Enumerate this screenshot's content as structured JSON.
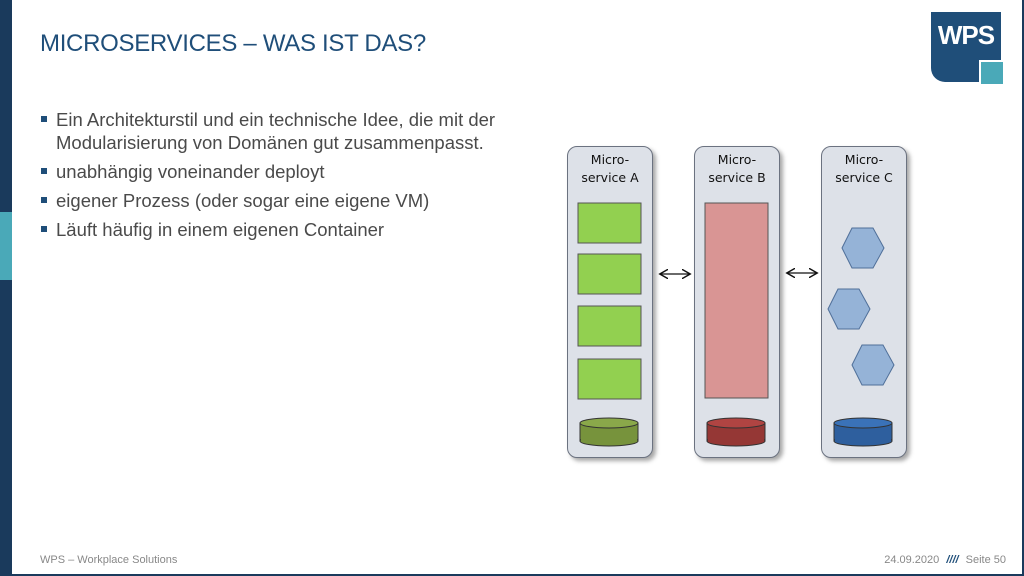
{
  "title": "MICROSERVICES – WAS IST DAS?",
  "logo": {
    "text": "WPS"
  },
  "bullets": [
    "Ein Architekturstil und ein technische Idee, die mit der Modularisierung von Domänen gut zusammenpasst.",
    "unabhängig voneinander deployt",
    "eigener Prozess (oder sogar eine eigene VM)",
    "Läuft häufig in einem eigenen Container"
  ],
  "diagram": {
    "services": [
      {
        "label_line1": "Micro-",
        "label_line2": "service A",
        "shape": "squares",
        "fill": "#92d050",
        "db_color": "#77933c"
      },
      {
        "label_line1": "Micro-",
        "label_line2": "service B",
        "shape": "rectangle",
        "fill": "#d99594",
        "db_color": "#953735"
      },
      {
        "label_line1": "Micro-",
        "label_line2": "service C",
        "shape": "hexagons",
        "fill": "#95b3d7",
        "db_color": "#2e5f9e"
      }
    ]
  },
  "footer": {
    "left": "WPS – Workplace Solutions",
    "date": "24.09.2020",
    "separator": "////",
    "page": "Seite  50"
  },
  "colors": {
    "primary": "#1f4e79",
    "accent": "#4aa9b8",
    "text": "#4a4a4a"
  }
}
